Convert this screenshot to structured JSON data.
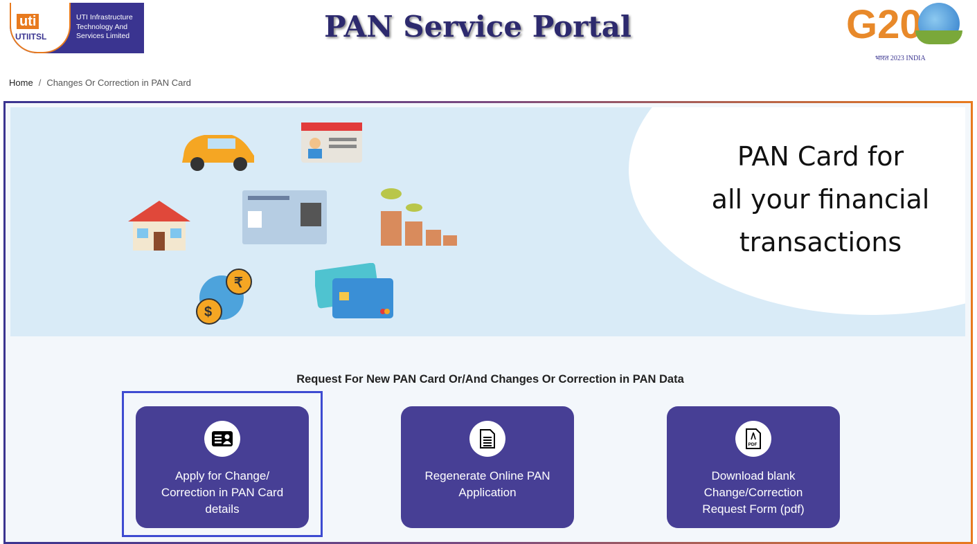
{
  "header": {
    "logo": {
      "mark": "uti",
      "name": "UTIITSL",
      "line1": "UTI Infrastructure",
      "line2": "Technology And",
      "line3": "Services Limited"
    },
    "title": "PAN Service Portal",
    "g20": {
      "mark": "G20",
      "sub": "भारत 2023 INDIA"
    }
  },
  "breadcrumb": {
    "home": "Home",
    "separator": "/",
    "current": "Changes Or Correction in PAN Card"
  },
  "banner": {
    "line1": "PAN Card for",
    "line2": "all your financial",
    "line3": "transactions"
  },
  "section": {
    "heading": "Request For New PAN Card Or/And Changes Or Correction in PAN Data"
  },
  "cards": [
    {
      "label": "Apply for Change/ Correction in PAN Card details",
      "icon": "id-card-icon"
    },
    {
      "label": "Regenerate Online PAN Application",
      "icon": "document-icon"
    },
    {
      "label": "Download blank Change/Correction Request Form (pdf)",
      "icon": "pdf-icon",
      "icon_text": "PDF"
    }
  ],
  "colors": {
    "card": "#473f95",
    "selection": "#3d4bd1",
    "banner": "#d9ebf7",
    "brand_orange": "#e87a1e"
  }
}
